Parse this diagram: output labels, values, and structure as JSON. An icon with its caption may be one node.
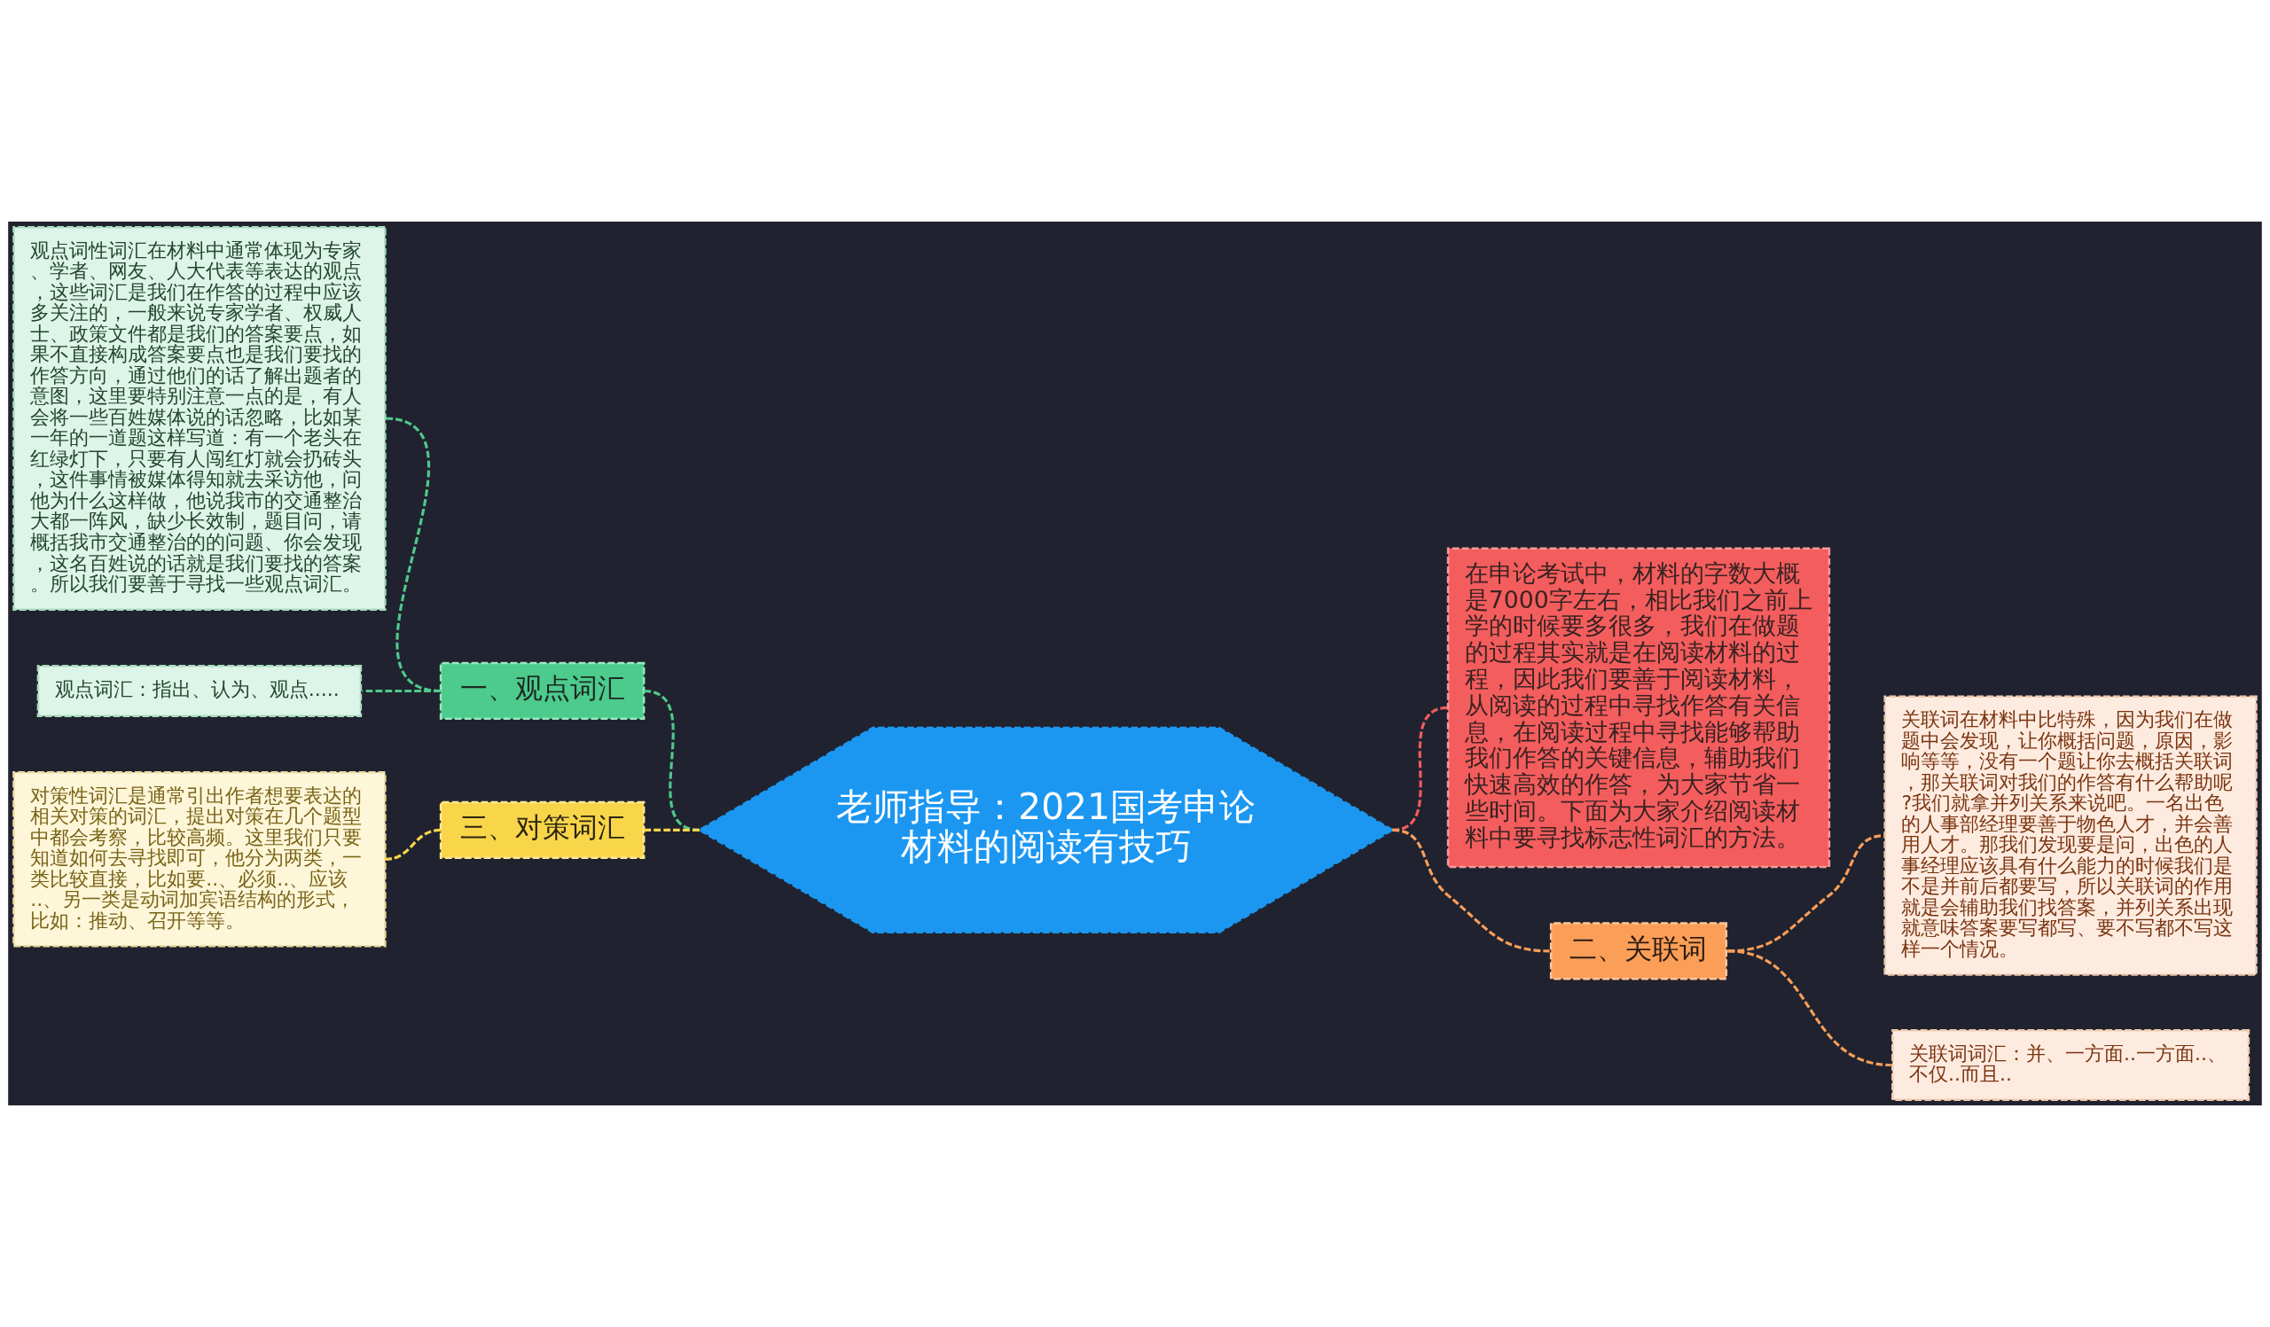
{
  "diagram": {
    "nodes": [
      {
        "text": [
          "老师指导：2021国考申论材料的阅读有技巧"
        ]
      },
      {
        "text": [
          "一、观点词汇"
        ]
      },
      {
        "text": [
          "观点词性词汇在材料中通常体现为专家、学者、网友、人大代表等表达的观点，这些词汇是我们在作答的过程中应该多关注的，一般来说专家学者、权威人士、政策文件都是我们的答案要点，如果不直接构成答案要点也是我们要找的作答方向，通过他们的话了解出题者的意图，这里要特别注意一点的是，有人会将一些百姓媒体说的话忽略，比如某一年的一道题这样写道：有一个老头在红绿灯下，只要有人闯红灯就会扔砖头，这件事情被媒体得知就去采访他，问他为什么这样做，他说我市的交通整治大都一阵风，缺少长效制，题目问，请概括我市交通整治的的问题、你会发现，这名百姓说的话就是我们要找的答案。所以我们要善于寻找一些观点词汇。"
        ]
      },
      {
        "text": [
          "观点词汇：指出、认为、观点....."
        ]
      },
      {
        "text": [
          "三、对策词汇"
        ]
      },
      {
        "text": [
          "对策性词汇是通常引出作者想要表达的相关对策的词汇，提出对策在几个题型中都会考察，比较高频。这里我们只要知道如何去寻找即可，他分为两类，一类比较直接，比如要..、必须..、应该..、另一类是动词加宾语结构的形式，比如：推动、召开等等。"
        ]
      },
      {
        "text": [
          "在申论考试中，材料的字数大概是7000字左右，相比我们之前上学的时候要多很多，我们在做题的过程其实就是在阅读材料的过程，因此我们要善于阅读材料，从阅读的过程中寻找作答有关信息，在阅读过程中寻找能够帮助我们作答的关键信息，辅助我们快速高效的作答，为大家节省一些时间。下面为大家介绍阅读材料中要寻找标志性词汇的方法。"
        ]
      },
      {
        "text": [
          "二、关联词"
        ]
      },
      {
        "text": [
          "关联词在材料中比特殊，因为我们在做题中会发现，让你概括问题，原因，影响等等，没有一个题让你去概括关联词，那关联词对我们的作答有什么帮助呢?我们就拿并列关系来说吧。一名出色的人事部经理要善于物色人才，并会善用人才。那我们发现要是问，出色的人事经理应该具有什么能力的时候我们是不是并前后都要写，所以关联词的作用就是会辅助我们找答案，并列关系出现就意味答案要写都写、要不写都不写这样一个情况。"
        ]
      },
      {
        "text": [
          "关联词词汇：并、一方面..一方面..、不仅..而且.."
        ]
      }
    ],
    "edges": [
      {
        "from": 0,
        "to": 1,
        "arrow": "none",
        "style": "dashed",
        "color": "#4fc98c"
      },
      {
        "from": 1,
        "to": 2,
        "arrow": "none",
        "style": "dashed",
        "color": "#4fc98c"
      },
      {
        "from": 1,
        "to": 3,
        "arrow": "none",
        "style": "dashed",
        "color": "#4fc98c"
      },
      {
        "from": 0,
        "to": 4,
        "arrow": "none",
        "style": "dashed",
        "color": "#f9d54a"
      },
      {
        "from": 4,
        "to": 5,
        "arrow": "none",
        "style": "dashed",
        "color": "#f9d54a"
      },
      {
        "from": 0,
        "to": 6,
        "arrow": "none",
        "style": "dashed",
        "color": "#f25c5c"
      },
      {
        "from": 0,
        "to": 7,
        "arrow": "none",
        "style": "dashed",
        "color": "#fb9e58"
      },
      {
        "from": 7,
        "to": 8,
        "arrow": "none",
        "style": "dashed",
        "color": "#fb9e58"
      },
      {
        "from": 7,
        "to": 9,
        "arrow": "none",
        "style": "dashed",
        "color": "#fb9e58"
      }
    ]
  }
}
